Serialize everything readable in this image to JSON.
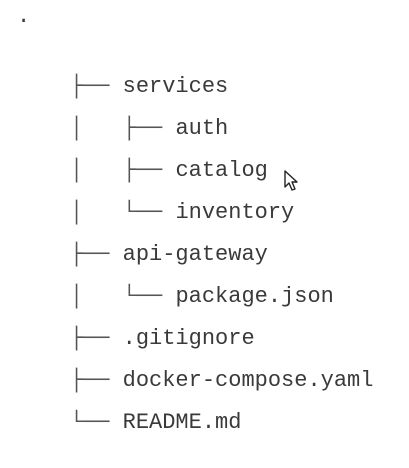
{
  "tree": {
    "root": ".",
    "items": [
      {
        "prefix": "├── ",
        "name": "services"
      },
      {
        "prefix": "│   ├── ",
        "name": "auth"
      },
      {
        "prefix": "│   ├── ",
        "name": "catalog"
      },
      {
        "prefix": "│   └── ",
        "name": "inventory"
      },
      {
        "prefix": "├── ",
        "name": "api-gateway"
      },
      {
        "prefix": "│   └── ",
        "name": "package.json"
      },
      {
        "prefix": "├── ",
        "name": ".gitignore"
      },
      {
        "prefix": "├── ",
        "name": "docker-compose.yaml"
      },
      {
        "prefix": "└── ",
        "name": "README.md"
      }
    ]
  },
  "colors": {
    "background": "#ffffff",
    "text": "#3a3a3a"
  },
  "icons": {
    "cursor": "mouse-pointer-icon"
  }
}
